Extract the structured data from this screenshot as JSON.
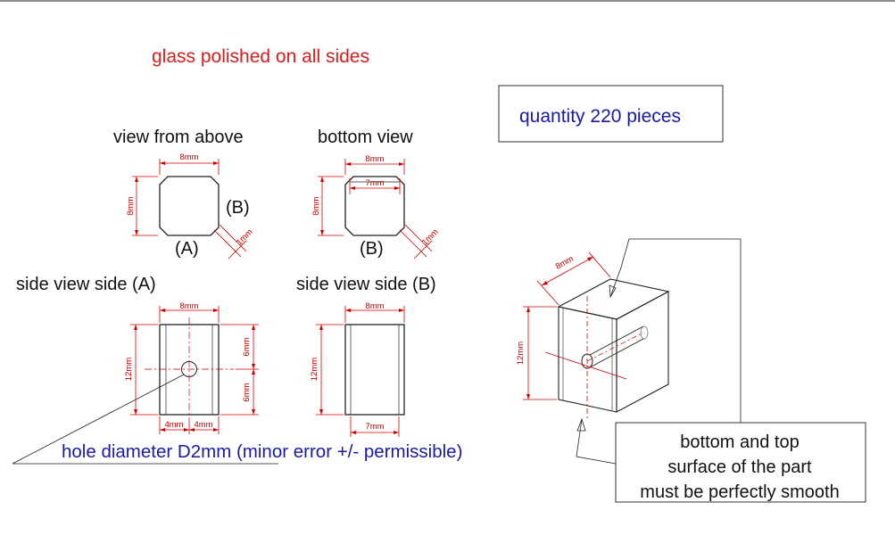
{
  "title": "glass polished on all sides",
  "quantity": "quantity 220 pieces",
  "views": {
    "top": "view from above",
    "bottom": "bottom view",
    "side_a": "side view side (A)",
    "side_b": "side view side (B)"
  },
  "side_labels": {
    "a": "(A)",
    "b": "(B)"
  },
  "dims": {
    "w8": "8mm",
    "w7": "7mm",
    "chamfer": "1mm",
    "h12": "12mm",
    "h6": "6mm",
    "h4": "4mm"
  },
  "hole_note": "hole diameter D2mm (minor error  +/- permissible)",
  "surface_note": [
    "bottom and top",
    "surface of the part",
    "must be perfectly smooth"
  ],
  "colors": {
    "title": "#d81e1e",
    "note": "#1a1aa6",
    "dimension": "#c00000",
    "outline": "#222222"
  }
}
